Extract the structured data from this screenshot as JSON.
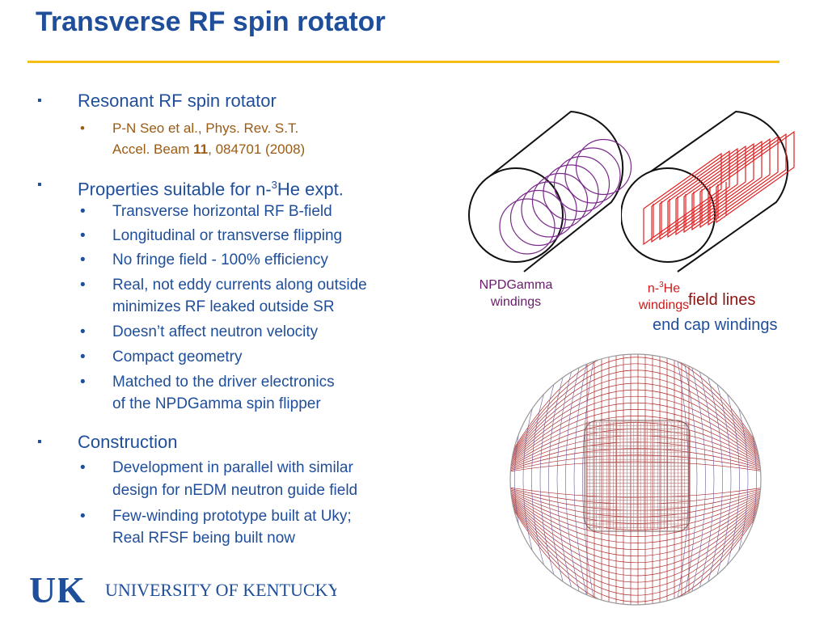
{
  "title": "Transverse RF spin rotator",
  "bullets": {
    "b1": {
      "text": "Resonant RF spin rotator",
      "ref_line1": "P-N Seo et al., Phys. Rev. S.T.",
      "ref_line2_pre": "Accel. Beam ",
      "ref_line2_bold": "11",
      "ref_line2_post": ", 084701 (2008)"
    },
    "b2": {
      "text_pre": "Properties suitable for n-",
      "text_sup": "3",
      "text_post": "He expt.",
      "sub": [
        "Transverse horizontal RF B-field",
        "Longitudinal or transverse flipping",
        "No fringe field - 100% efficiency",
        "Real, not eddy currents along outside",
        "minimizes RF leaked outside SR",
        "Doesn’t affect neutron velocity",
        "Compact geometry",
        "Matched to the driver electronics",
        "of the NPDGamma spin flipper"
      ]
    },
    "b3": {
      "text": "Construction",
      "sub": [
        "Development in parallel with similar",
        "design for nEDM neutron guide field",
        "Few-winding prototype built at Uky;",
        "Real RFSF being built now"
      ]
    }
  },
  "figure": {
    "npd_caption_1": "NPDGamma",
    "npd_caption_2": "windings",
    "n3he_caption_pre": "n-",
    "n3he_caption_sup": "3",
    "n3he_caption_post": "He",
    "n3he_caption_2": "windings",
    "field_lines": "field lines",
    "end_cap": "end cap windings"
  },
  "logo": {
    "mark": "UK",
    "name": "UNIVERSITY OF KENTUCKY"
  },
  "colors": {
    "title": "#1f4e9a",
    "rule": "#f5be14",
    "reference": "#9a5b14",
    "npd_winding": "#7a2a8a",
    "n3he_winding": "#e02020",
    "field_grid": "#b02828"
  }
}
